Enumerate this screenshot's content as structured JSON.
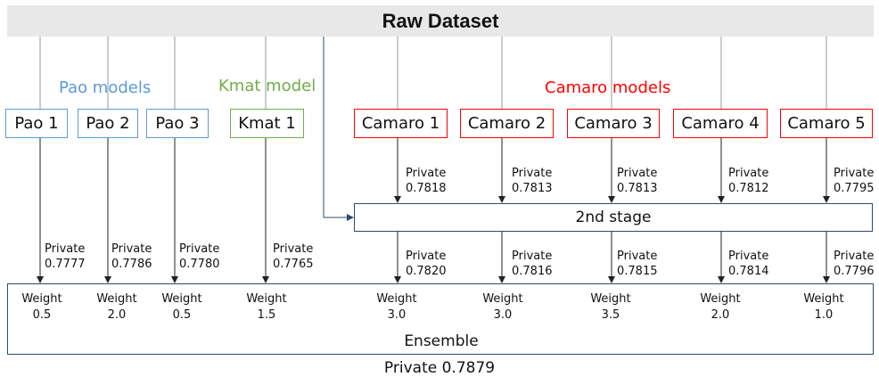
{
  "header": {
    "title": "Raw Dataset"
  },
  "groups": {
    "pao": {
      "label": "Pao models",
      "color": "#5b9bd5"
    },
    "kmat": {
      "label": "Kmat model",
      "color": "#70ad47"
    },
    "camaro": {
      "label": "Camaro models",
      "color": "#ff0000"
    }
  },
  "models": [
    {
      "name": "Pao 1",
      "group": "pao",
      "score": "Private\n0.7777",
      "weight": "Weight\n0.5"
    },
    {
      "name": "Pao 2",
      "group": "pao",
      "score": "Private\n0.7786",
      "weight": "Weight\n2.0"
    },
    {
      "name": "Pao 3",
      "group": "pao",
      "score": "Private\n0.7780",
      "weight": "Weight\n0.5"
    },
    {
      "name": "Kmat 1",
      "group": "kmat",
      "score": "Private\n0.7765",
      "weight": "Weight\n1.5"
    },
    {
      "name": "Camaro 1",
      "group": "camaro",
      "score1": "Private\n0.7818",
      "score2": "Private\n0.7820",
      "weight": "Weight\n3.0"
    },
    {
      "name": "Camaro 2",
      "group": "camaro",
      "score1": "Private\n0.7813",
      "score2": "Private\n0.7816",
      "weight": "Weight\n3.0"
    },
    {
      "name": "Camaro 3",
      "group": "camaro",
      "score1": "Private\n0.7813",
      "score2": "Private\n0.7815",
      "weight": "Weight\n3.5"
    },
    {
      "name": "Camaro 4",
      "group": "camaro",
      "score1": "Private\n0.7812",
      "score2": "Private\n0.7814",
      "weight": "Weight\n2.0"
    },
    {
      "name": "Camaro 5",
      "group": "camaro",
      "score1": "Private\n0.7795",
      "score2": "Private\n0.7796",
      "weight": "Weight\n1.0"
    }
  ],
  "second_stage": {
    "label": "2nd stage"
  },
  "ensemble": {
    "label": "Ensemble"
  },
  "final": {
    "label": "Private 0.7879"
  }
}
